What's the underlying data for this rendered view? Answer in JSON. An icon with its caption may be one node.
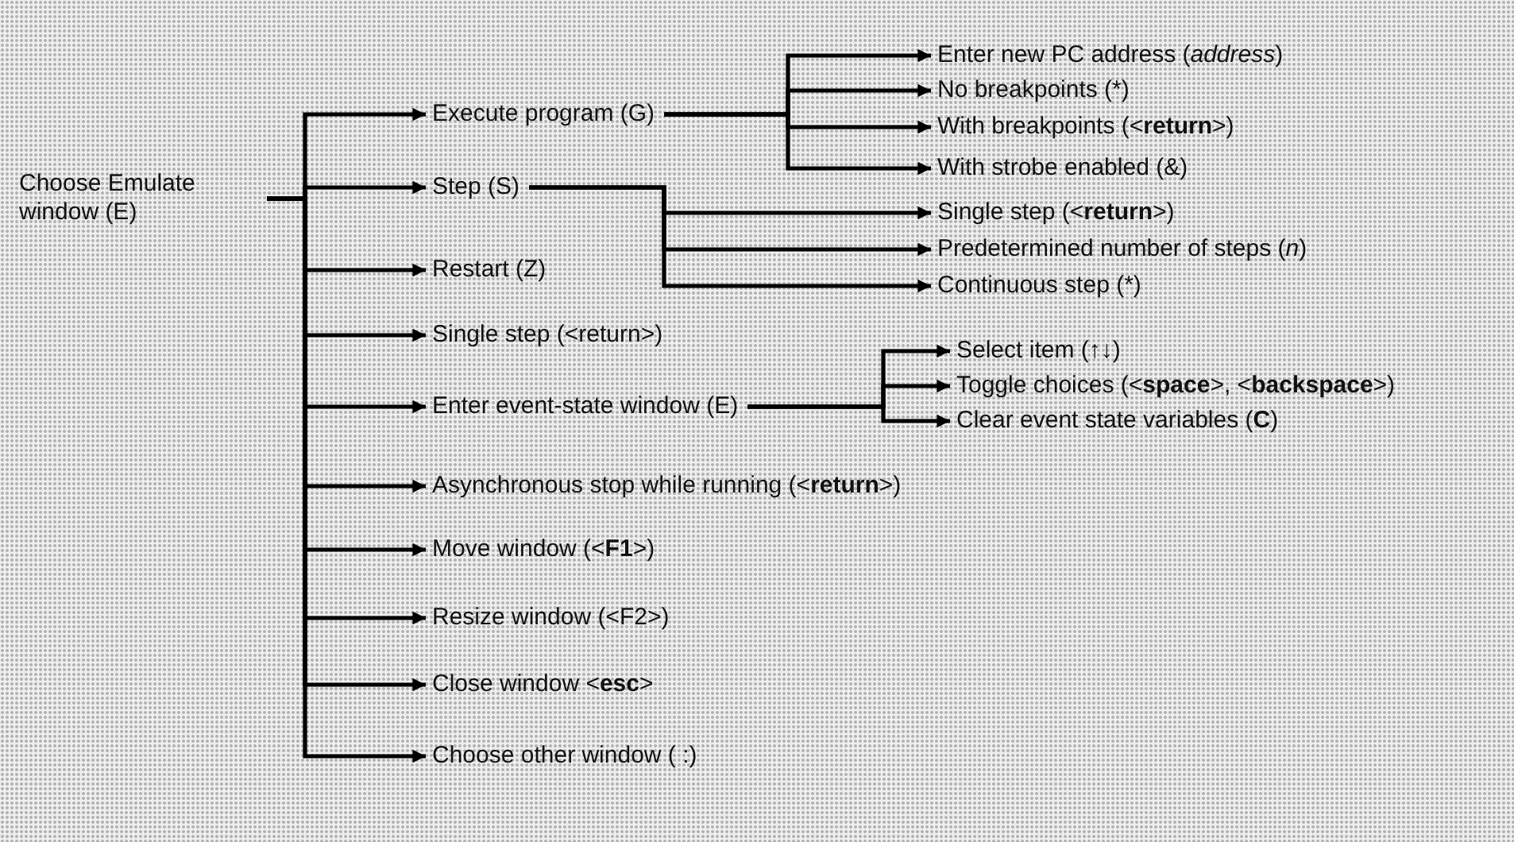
{
  "diagram": {
    "nodes": [
      {
        "text": [
          "Choose Emulate window (E)"
        ]
      },
      {
        "text": [
          "Execute program (G)"
        ]
      },
      {
        "text": [
          "Step (S)"
        ]
      },
      {
        "text": [
          "Restart (Z)"
        ]
      },
      {
        "text": [
          "Single step (<return>)"
        ]
      },
      {
        "text": [
          "Enter event-state window (E)"
        ]
      },
      {
        "text": [
          "Asynchronous stop while running (<**return**>)"
        ]
      },
      {
        "text": [
          "Move window (<**F1**>)"
        ]
      },
      {
        "text": [
          "Resize window (<F2>)"
        ]
      },
      {
        "text": [
          "Close window <**esc**>"
        ]
      },
      {
        "text": [
          "Choose other window ( :)"
        ]
      },
      {
        "text": [
          "Enter new PC address (*address*)"
        ]
      },
      {
        "text": [
          "No breakpoints (*)"
        ]
      },
      {
        "text": [
          "With breakpoints (<**return**>)"
        ]
      },
      {
        "text": [
          "With strobe enabled (&)"
        ]
      },
      {
        "text": [
          "Single step (<**return**>)"
        ]
      },
      {
        "text": [
          "Predetermined number of steps (*n*)"
        ]
      },
      {
        "text": [
          "Continuous step (*)"
        ]
      },
      {
        "text": [
          "Select item (↑↓)"
        ]
      },
      {
        "text": [
          "Toggle choices (<**space**>, <**backspace**>)"
        ]
      },
      {
        "text": [
          "Clear event state variables (**C**)"
        ]
      }
    ],
    "edges": [
      {
        "from": 0,
        "to": 1,
        "arrow": "to"
      },
      {
        "from": 0,
        "to": 2,
        "arrow": "to"
      },
      {
        "from": 0,
        "to": 3,
        "arrow": "to"
      },
      {
        "from": 0,
        "to": 4,
        "arrow": "to"
      },
      {
        "from": 0,
        "to": 5,
        "arrow": "to"
      },
      {
        "from": 0,
        "to": 6,
        "arrow": "to"
      },
      {
        "from": 0,
        "to": 7,
        "arrow": "to"
      },
      {
        "from": 0,
        "to": 8,
        "arrow": "to"
      },
      {
        "from": 0,
        "to": 9,
        "arrow": "to"
      },
      {
        "from": 0,
        "to": 10,
        "arrow": "to"
      },
      {
        "from": 1,
        "to": 11,
        "arrow": "to"
      },
      {
        "from": 1,
        "to": 12,
        "arrow": "to"
      },
      {
        "from": 1,
        "to": 13,
        "arrow": "to"
      },
      {
        "from": 1,
        "to": 14,
        "arrow": "to"
      },
      {
        "from": 2,
        "to": 15,
        "arrow": "to"
      },
      {
        "from": 2,
        "to": 16,
        "arrow": "to"
      },
      {
        "from": 2,
        "to": 17,
        "arrow": "to"
      },
      {
        "from": 5,
        "to": 18,
        "arrow": "to"
      },
      {
        "from": 5,
        "to": 19,
        "arrow": "to"
      },
      {
        "from": 5,
        "to": 20,
        "arrow": "to"
      }
    ]
  }
}
